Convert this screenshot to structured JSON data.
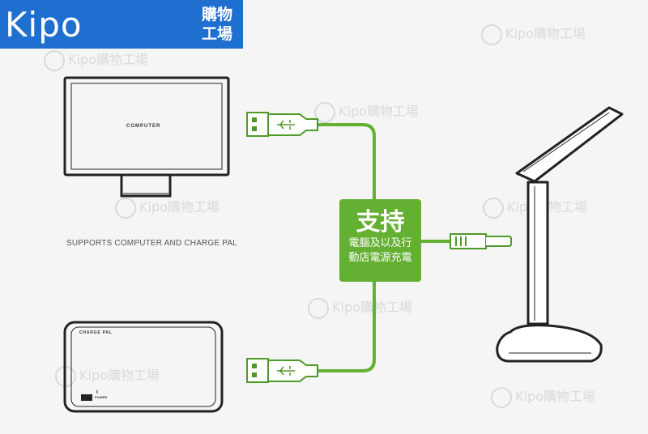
{
  "brand": {
    "name": "Kipo",
    "tagline": "購物工場",
    "bar_color": "#1f6fd0"
  },
  "watermark": {
    "text": "Kipo購物工場",
    "color": "#d9dbd9"
  },
  "devices": {
    "monitor_label": "COMPUTER",
    "charge_pal_label": "CHARGE PAL",
    "power_label": "POWER"
  },
  "caption": "SUPPORTS COMPUTER AND CHARGE PAL",
  "support_box": {
    "title": "支持",
    "line1": "電腦及以及行",
    "line2": "動店電源充電",
    "color": "#64b033"
  },
  "cable_color": "#64b033"
}
